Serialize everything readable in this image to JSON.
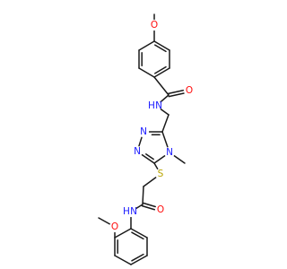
{
  "colors": {
    "background": "#ffffff",
    "bond": "#1a1a1a",
    "carbon": "#1a1a1a",
    "nitrogen": "#1a1aff",
    "oxygen": "#ff0d0d",
    "sulfur": "#b8a400"
  },
  "labels": {
    "o_methoxy_top": "O",
    "o_amide_1": "O",
    "nh_amide_1": "H",
    "n_triazole_1": "N",
    "n_triazole_2": "N",
    "n_triazole_4": "N",
    "s_thioether": "S",
    "o_amide_2": "O",
    "nh_amide_2": "H",
    "o_methoxy_bottom": "O"
  }
}
